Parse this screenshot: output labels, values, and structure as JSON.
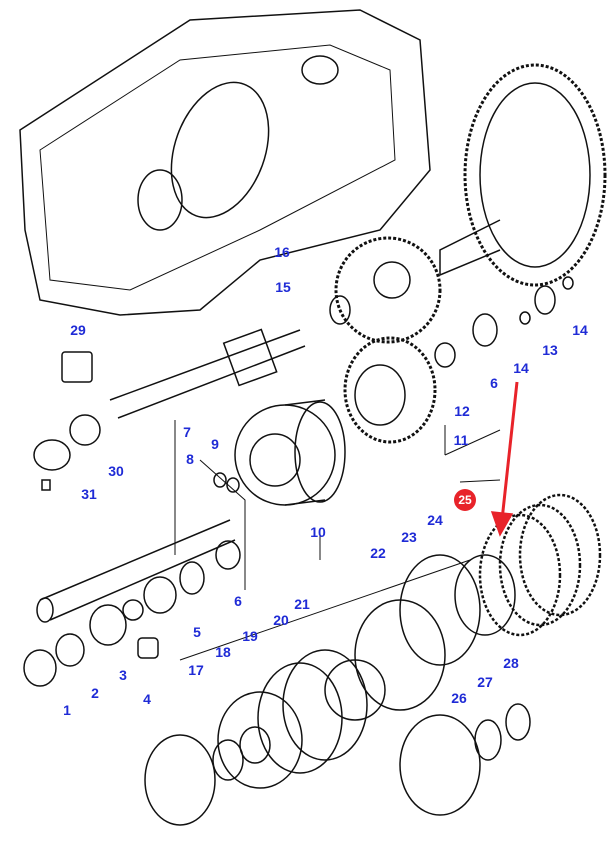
{
  "diagram": {
    "highlight_color": "#e8232a",
    "label_color": "#1f2bd6",
    "highlighted_part": "25",
    "labels": [
      {
        "id": "l16",
        "text": "16"
      },
      {
        "id": "l15",
        "text": "15"
      },
      {
        "id": "l29",
        "text": "29"
      },
      {
        "id": "l14a",
        "text": "14"
      },
      {
        "id": "l13",
        "text": "13"
      },
      {
        "id": "l14b",
        "text": "14"
      },
      {
        "id": "l6a",
        "text": "6"
      },
      {
        "id": "l12",
        "text": "12"
      },
      {
        "id": "l11",
        "text": "11"
      },
      {
        "id": "l7",
        "text": "7"
      },
      {
        "id": "l9",
        "text": "9"
      },
      {
        "id": "l8",
        "text": "8"
      },
      {
        "id": "l30",
        "text": "30"
      },
      {
        "id": "l31",
        "text": "31"
      },
      {
        "id": "l10",
        "text": "10"
      },
      {
        "id": "l24",
        "text": "24"
      },
      {
        "id": "l23",
        "text": "23"
      },
      {
        "id": "l22",
        "text": "22"
      },
      {
        "id": "l6b",
        "text": "6"
      },
      {
        "id": "l21",
        "text": "21"
      },
      {
        "id": "l5",
        "text": "5"
      },
      {
        "id": "l3",
        "text": "3"
      },
      {
        "id": "l20",
        "text": "20"
      },
      {
        "id": "l19",
        "text": "19"
      },
      {
        "id": "l18",
        "text": "18"
      },
      {
        "id": "l17",
        "text": "17"
      },
      {
        "id": "l2",
        "text": "2"
      },
      {
        "id": "l4",
        "text": "4"
      },
      {
        "id": "l1",
        "text": "1"
      },
      {
        "id": "l28",
        "text": "28"
      },
      {
        "id": "l27",
        "text": "27"
      },
      {
        "id": "l26",
        "text": "26"
      }
    ]
  }
}
